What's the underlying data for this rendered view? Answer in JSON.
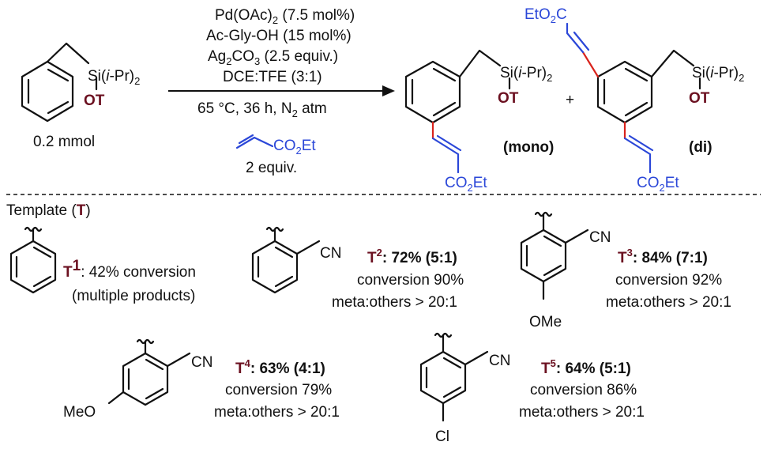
{
  "reaction": {
    "conditions": {
      "line1_main": "Pd(OAc)",
      "line1_sub": "2",
      "line1_rest": " (7.5 mol%)",
      "line2": "Ac-Gly-OH (15 mol%)",
      "line3_main": "Ag",
      "line3_sub": "2",
      "line3_mid": "CO",
      "line3_sub2": "3",
      "line3_rest": " (2.5 equiv.)",
      "line4": "DCE:TFE (3:1)",
      "line5_main": "65 °C, 36 h, N",
      "line5_sub": "2",
      "line5_rest": " atm",
      "reagent_co2et_main": "CO",
      "reagent_co2et_sub": "2",
      "reagent_co2et_rest": "Et",
      "reagent_equiv": "2 equiv."
    },
    "substrate": {
      "si_label_main": "Si(",
      "si_label_ital": "i",
      "si_label_mid": "-Pr)",
      "si_label_sub": "2",
      "ot_label": "OT",
      "amount": "0.2 mmol"
    },
    "products": {
      "plus": "+",
      "mono_label": "(mono)",
      "di_label": "(di)",
      "ester_main": "CO",
      "ester_sub": "2",
      "ester_rest": "Et",
      "eto2c_main": "EtO",
      "eto2c_sub": "2",
      "eto2c_rest": "C"
    }
  },
  "templates": {
    "heading_main": "Template (",
    "heading_t": "T",
    "heading_close": ")",
    "cn": "CN",
    "ome": "OMe",
    "meo": "MeO",
    "cl": "Cl",
    "t1": {
      "label": "T",
      "sup": "1",
      "line1": ": 42% conversion",
      "line2": "(multiple products)"
    },
    "t2": {
      "label": "T",
      "sup": "2",
      "line1": ": 72% (5:1)",
      "line2": "conversion 90%",
      "line3": "meta:others > 20:1"
    },
    "t3": {
      "label": "T",
      "sup": "3",
      "line1": ": 84% (7:1)",
      "line2": "conversion 92%",
      "line3": "meta:others > 20:1"
    },
    "t4": {
      "label": "T",
      "sup": "4",
      "line1": ": 63% (4:1)",
      "line2": "conversion 79%",
      "line3": "meta:others > 20:1"
    },
    "t5": {
      "label": "T",
      "sup": "5",
      "line1": ": 64% (5:1)",
      "line2": "conversion 86%",
      "line3": "meta:others > 20:1"
    }
  },
  "colors": {
    "blue": "#2b47d8",
    "red": "#d9231c",
    "maroon": "#6b1020",
    "black": "#111111"
  }
}
